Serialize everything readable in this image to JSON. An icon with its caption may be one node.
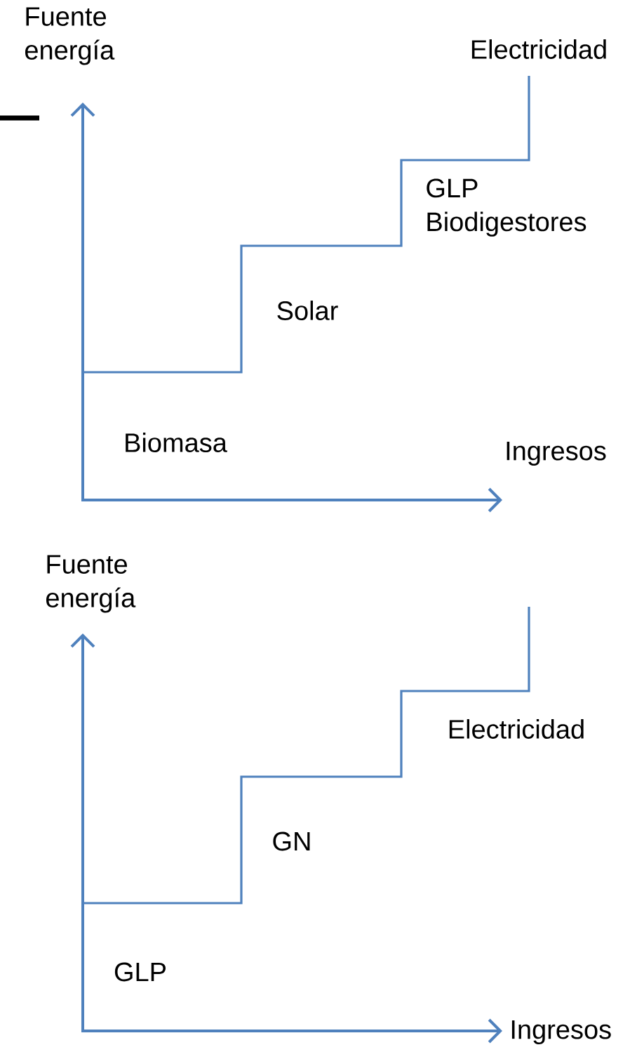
{
  "diagram": {
    "labels": [
      "Fuente energía",
      "Electricidad",
      "GLP Biodigestores",
      "Solar",
      "Biomasa",
      "Ingresos",
      "Fuente energía",
      "Electricidad",
      "GN",
      "GLP",
      "Ingresos"
    ]
  }
}
